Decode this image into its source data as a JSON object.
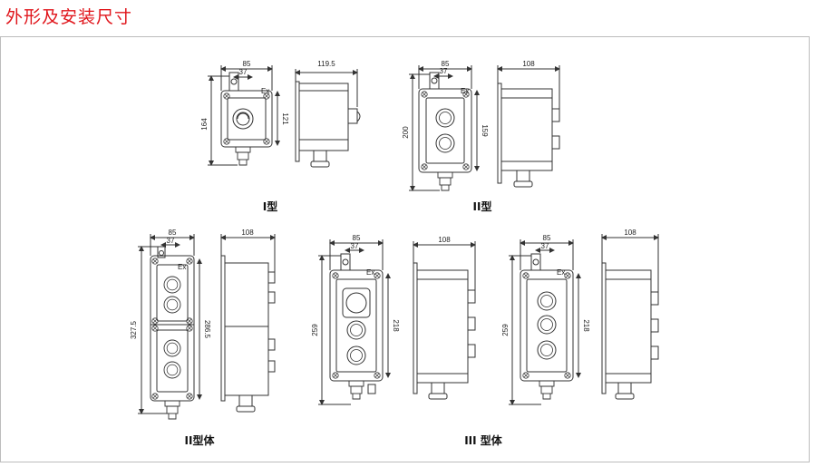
{
  "page": {
    "title": "外形及安装尺寸"
  },
  "views": {
    "type1": {
      "caption": "I型",
      "front": {
        "w_total": "85",
        "w_mount": "37",
        "h_total": "164",
        "h_mount": "121"
      },
      "side": {
        "depth": "119.5"
      }
    },
    "type2": {
      "caption": "II型",
      "front": {
        "w_total": "85",
        "w_mount": "37",
        "h_total": "200",
        "h_mount": "159"
      },
      "side": {
        "depth": "108"
      }
    },
    "type2_body": {
      "caption": "II型体",
      "front": {
        "w_total": "85",
        "w_mount": "37",
        "h_total": "327.5",
        "h_mount": "286.5"
      },
      "side": {
        "depth": "108"
      }
    },
    "type3_a": {
      "front": {
        "w_total": "85",
        "w_mount": "37",
        "h_total": "259",
        "h_mount": "218"
      },
      "side": {
        "depth": "108"
      }
    },
    "type3_b": {
      "caption": "III 型体",
      "front": {
        "w_total": "85",
        "w_mount": "37",
        "h_total": "259",
        "h_mount": "218"
      },
      "side": {
        "depth": "108"
      }
    },
    "ex_mark": "Ex"
  },
  "colors": {
    "title": "#e0151b",
    "line": "#333333",
    "frame": "#bdbdbd"
  }
}
